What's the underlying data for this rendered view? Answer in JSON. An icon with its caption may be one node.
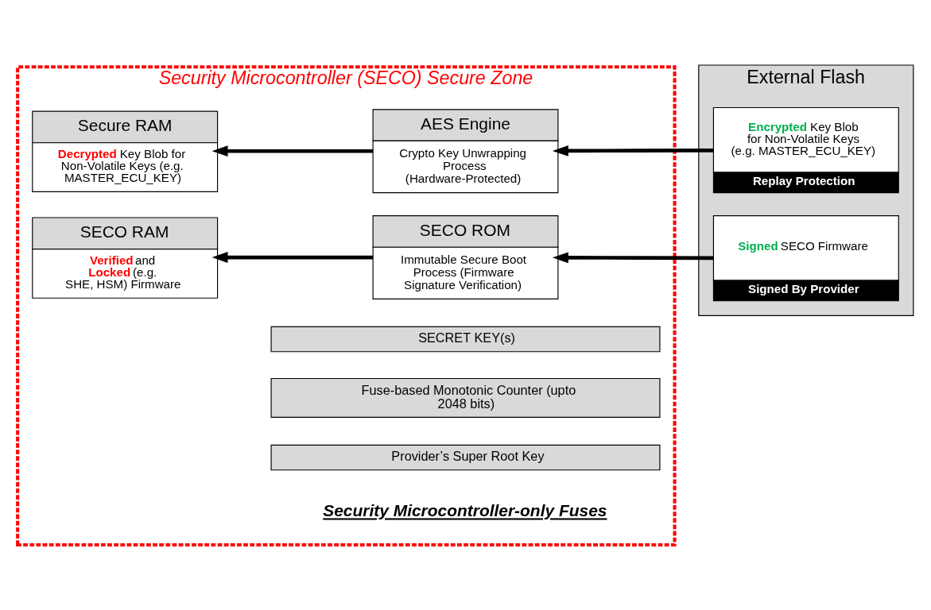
{
  "diagram": {
    "nodes": [
      {
        "text": [
          "Security Microcontroller (SECO) Secure Zone"
        ]
      },
      {
        "text": [
          "Secure RAM",
          "**Decrypted** Key Blob for Non-Volatile Keys (e.g. MASTER_ECU_KEY)"
        ],
        "in": 0
      },
      {
        "text": [
          "AES Engine",
          "Crypto Key Unwrapping Process (Hardware-Protected)"
        ],
        "in": 0
      },
      {
        "text": [
          "SECO RAM",
          "**Verified** and **Locked** (e.g. SHE, HSM) Firmware"
        ],
        "in": 0
      },
      {
        "text": [
          "SECO ROM",
          "Immutable Secure Boot Process (Firmware Signature Verification)"
        ],
        "in": 0
      },
      {
        "text": [
          "SECRET KEY(s)"
        ],
        "in": 0
      },
      {
        "text": [
          "Fuse-based Monotonic Counter (upto 2048 bits)"
        ],
        "in": 0
      },
      {
        "text": [
          "Provider’s Super Root Key"
        ],
        "in": 0
      },
      {
        "text": [
          "External Flash"
        ]
      },
      {
        "text": [
          "**Encrypted** Key Blob for Non-Volatile Keys (e.g. MASTER_ECU_KEY)",
          "Replay Protection"
        ],
        "in": 8
      },
      {
        "text": [
          "**Signed** SECO Firmware",
          "Signed By Provider"
        ],
        "in": 8
      }
    ],
    "edges": [
      {
        "from": 9,
        "to": 2,
        "arrow": "to"
      },
      {
        "from": 2,
        "to": 1,
        "arrow": "to"
      },
      {
        "from": 10,
        "to": 4,
        "arrow": "to"
      },
      {
        "from": 4,
        "to": 3,
        "arrow": "to"
      }
    ],
    "labels": [
      "Security Microcontroller-only Fuses"
    ]
  }
}
